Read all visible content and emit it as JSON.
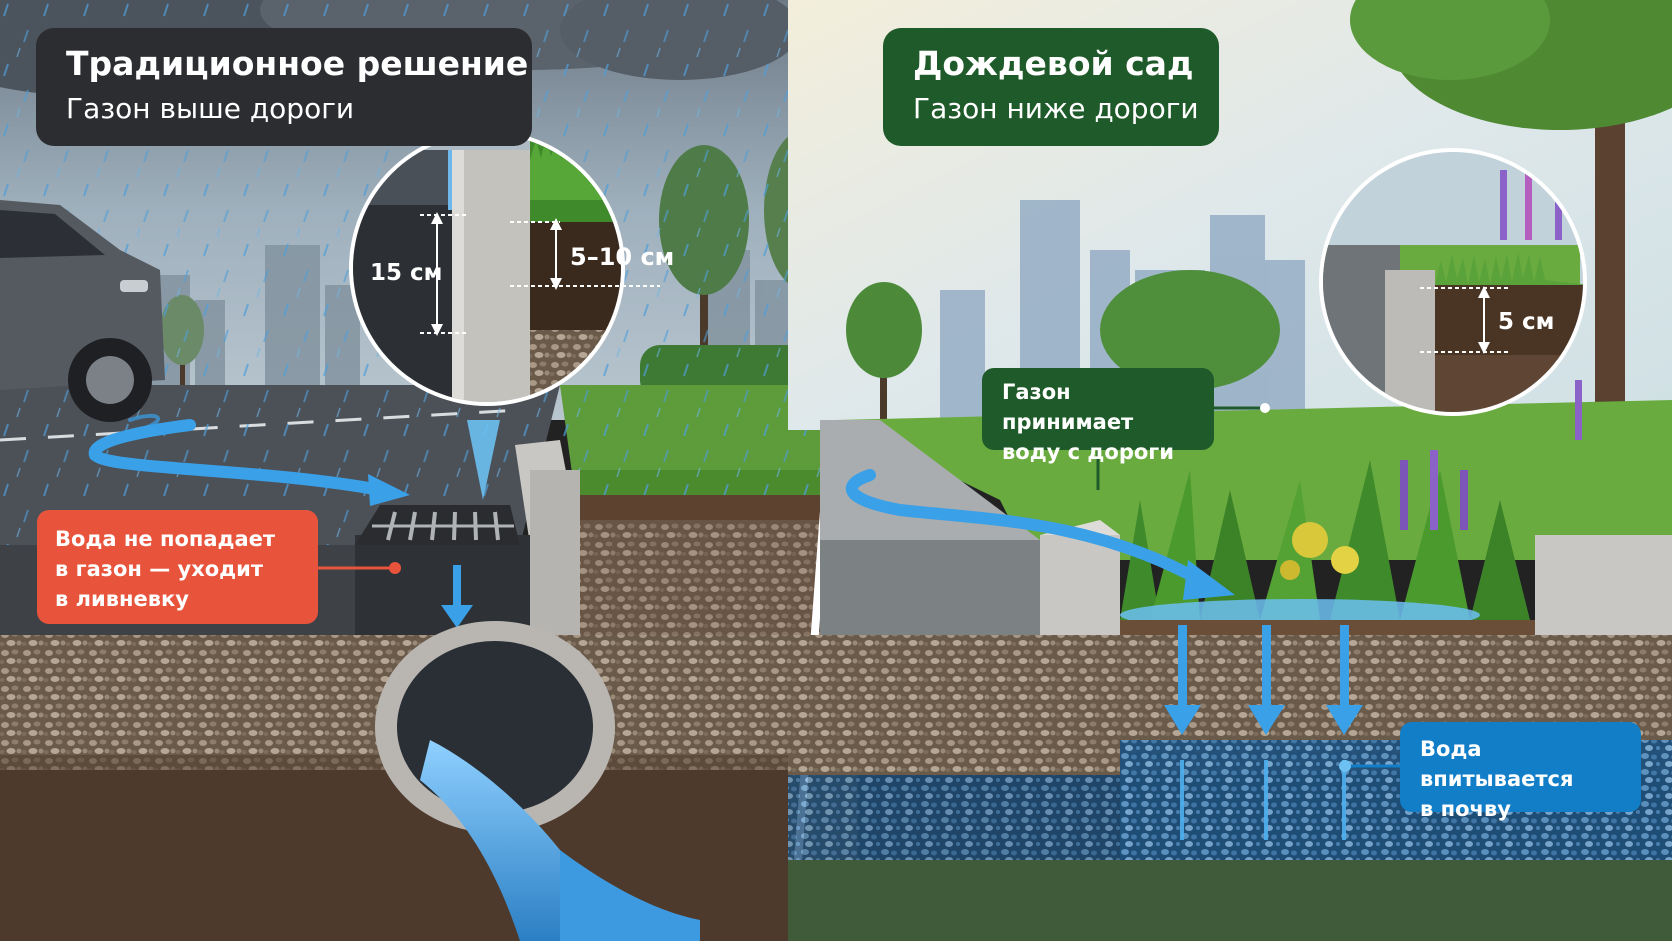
{
  "left_panel": {
    "title": "Традиционное решение",
    "subtitle": "Газон выше дороги",
    "curb_height": "15 см",
    "lawn_offset": "5–10 см",
    "callout": [
      "Вода не попадает",
      "в газон — уходит",
      "в ливневку"
    ]
  },
  "right_panel": {
    "title": "Дождевой сад",
    "subtitle": "Газон ниже дороги",
    "depression": "5 см",
    "callout_lawn": [
      "Газон принимает",
      "воду с дороги"
    ],
    "callout_soil": [
      "Вода впитывается",
      "в почву"
    ]
  },
  "colors": {
    "left_title_bg": "#2b2d31",
    "right_title_bg": "#1f5a2a",
    "warning_callout": "#e8533c",
    "info_callout": "#127ec8",
    "water": "#3aa0e8"
  },
  "icons": [
    "arrow-down-icon",
    "water-flow-arrow-icon",
    "storm-drain-grate-icon",
    "drain-pipe-icon",
    "magnifier-circle-icon",
    "car-icon",
    "tree-icon"
  ]
}
